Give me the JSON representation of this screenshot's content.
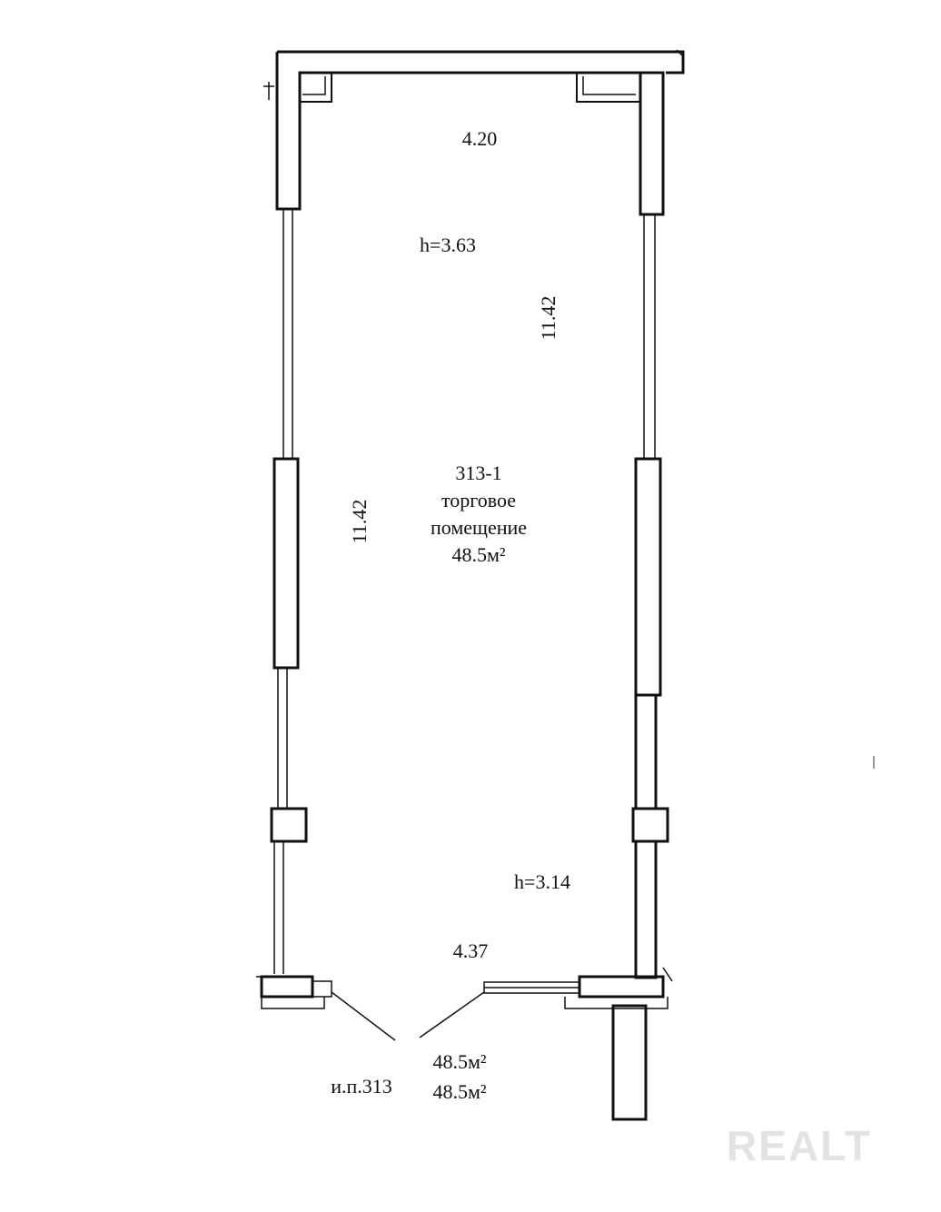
{
  "plan": {
    "room": {
      "id": "313-1",
      "type_line1": "торговое",
      "type_line2": "помещение",
      "area": "48.5м²"
    },
    "dimensions": {
      "top_width": "4.20",
      "bottom_width": "4.37",
      "left_length": "11.42",
      "right_length": "11.42",
      "height_top": "h=3.63",
      "height_bottom": "h=3.14"
    },
    "footer": {
      "unit_label": "и.п.313",
      "area_total": "48.5м²",
      "area_living": "48.5м²"
    },
    "watermark": "REALT"
  }
}
